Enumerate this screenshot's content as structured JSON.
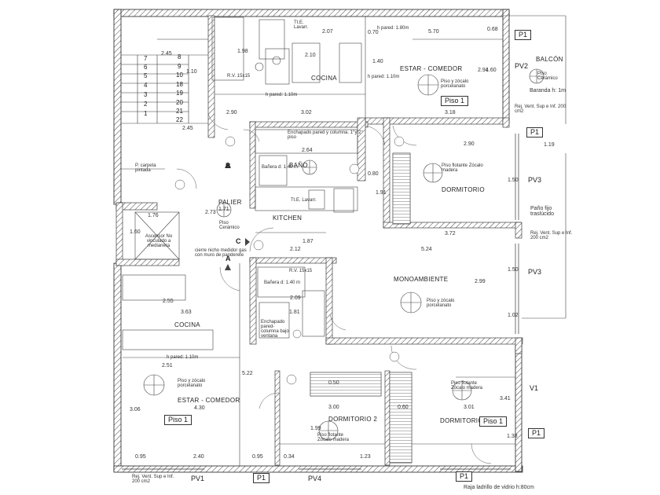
{
  "rooms": {
    "cocina_top": "COCINA",
    "estar_comedor_top": "ESTAR - COMEDOR",
    "balcon": "BALCÓN",
    "bano": "BAÑO",
    "palier": "PALIER",
    "kitchen": "KITCHEN",
    "dormitorio_right": "DORMITORIO",
    "monoambiente": "MONOAMBIENTE",
    "cocina_bottom": "COCINA",
    "estar_comedor_bottom": "ESTAR - COMEDOR",
    "dormitorio_2": "DORMITORIO 2",
    "dormitorio_1": "DORMITORIO 1"
  },
  "notes": {
    "h_pared_180": "h pared: 1.80m",
    "h_pared_110_top": "h pared: 1.10m",
    "h_pared_110_cocina": "h pared: 1.10m",
    "h_pared_110_bottom": "h pared: 1.10m",
    "piso_zocalo_top": "Piso y zócalo porcelanato",
    "piso_ceramico_balcon": "Piso Cerámico",
    "baranda": "Baranda h: 1m",
    "rej_vent_top": "Rej. Vent. Sup e Inf. 200 cm2",
    "enchapado_bano": "Enchapado pared y columna. 1°y 2° piso",
    "banera_top": "Bañera d: 1.40 m",
    "rv_top": "R.V. 15x15",
    "te_lavarr_top": "Tt.E. Lavarr.",
    "te_lavarr_kitchen": "Tt.E. Lavarr.",
    "piso_flotante_right": "Piso flotante Zócalo madera",
    "p_carpeta": "P. carpeta pintada",
    "piso_ceramico_palier": "Piso Cerámico",
    "ascensor": "Ascensor No vinculado a medianera",
    "cierre_nicho": "cierre nicho medidor gas con muro de panderete",
    "pano_fijo": "Paño fijo traslúcido",
    "rej_vent_right": "Rej. Vent. Sup e Inf. 200 cm2",
    "rv_mono": "R.V. 15x15",
    "banera_mono": "Bañera d: 1.40 m",
    "enchapado_mono": "Enchapado pared-columna bajo ventana",
    "piso_zocalo_mono": "Piso y zócalo porcelanato",
    "piso_zocalo_bottom": "Piso y zócalo porcelanato",
    "piso_flotante_d2": "Piso flotante Zócalo madera",
    "piso_flotante_d1": "Piso flotante Zócalo madera",
    "rej_vent_bottom": "Rej. Vent. Sup e Inf. 200 cm2",
    "raja_ladrillo": "Raja ladrillo de vidrio h:80cm"
  },
  "tags": {
    "piso1_top": "Piso 1",
    "piso1_bottom": "Piso 1",
    "piso1_d1": "Piso 1",
    "p1_top": "P1",
    "p1_right_top": "P1",
    "p1_right_bottom": "P1",
    "p1_bottom_a": "P1",
    "p1_bottom_b": "P1",
    "pv1": "PV1",
    "pv2": "PV2",
    "pv3_a": "PV3",
    "pv3_b": "PV3",
    "pv4": "PV4",
    "v1": "V1",
    "a": "A",
    "b": "B",
    "c": "C"
  },
  "stair_numbers": {
    "left_col": [
      "7",
      "6",
      "5",
      "4",
      "3",
      "2",
      "1"
    ],
    "right_col": [
      "8",
      "9",
      "10",
      "18",
      "19",
      "20",
      "21",
      "22"
    ]
  },
  "dims": {
    "d_570": "5.70",
    "d_207": "2.07",
    "d_070_top": "0.70",
    "d_068": "0.68",
    "d_302": "3.02",
    "d_318": "3.18",
    "d_264": "2.64",
    "d_290_a": "2.90",
    "d_290_b": "2.90",
    "d_245_a": "2.45",
    "d_245_b": "2.45",
    "d_110": "1.10",
    "d_171": "1.71",
    "d_273": "2.73",
    "d_176": "1.76",
    "d_160": "1.60",
    "d_372": "3.72",
    "d_524": "5.24",
    "d_299": "2.99",
    "d_212": "2.12",
    "d_181": "1.81",
    "d_209": "2.09",
    "d_363": "3.63",
    "d_255": "2.55",
    "d_251": "2.51",
    "d_430": "4.30",
    "d_300": "3.00",
    "d_301": "3.01",
    "d_095_a": "0.95",
    "d_240": "2.40",
    "d_095_b": "0.95",
    "d_034": "0.34",
    "d_123": "1.23",
    "d_341": "3.41",
    "d_138": "1.38",
    "d_150_a": "1.50",
    "d_150_b": "1.50",
    "d_102": "1.02",
    "d_119": "1.19",
    "d_187": "1.87",
    "d_191": "1.91",
    "d_080": "0.80",
    "d_060": "0.60",
    "d_050": "0.50",
    "d_199": "1.99",
    "d_306": "3.06",
    "d_522": "5.22",
    "d_294": "2.94",
    "d_160_top": "1.60",
    "d_198": "1.98",
    "d_210": "2.10",
    "d_140": "1.40"
  }
}
